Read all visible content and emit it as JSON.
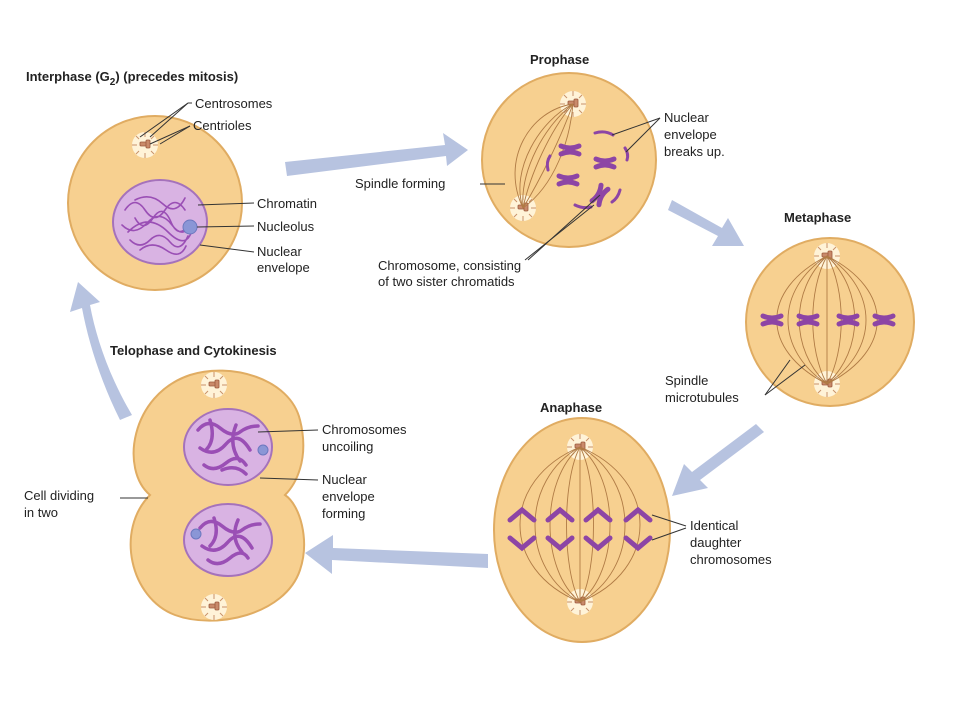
{
  "stages": {
    "interphase": {
      "title_main": "Interphase (G",
      "title_sub": "2",
      "title_rest": ") (precedes mitosis)",
      "labels": {
        "centrosomes": "Centrosomes",
        "centrioles": "Centrioles",
        "chromatin": "Chromatin",
        "nucleolus": "Nucleolus",
        "nuclear_envelope_1": "Nuclear",
        "nuclear_envelope_2": "envelope"
      }
    },
    "prophase": {
      "title": "Prophase",
      "labels": {
        "envelope_1": "Nuclear",
        "envelope_2": "envelope",
        "envelope_3": "breaks up.",
        "spindle": "Spindle forming",
        "chromosome_1": "Chromosome, consisting",
        "chromosome_2": "of two sister chromatids"
      }
    },
    "metaphase": {
      "title": "Metaphase",
      "labels": {
        "spindle_1": "Spindle",
        "spindle_2": "microtubules"
      }
    },
    "anaphase": {
      "title": "Anaphase",
      "labels": {
        "identical_1": "Identical",
        "identical_2": "daughter",
        "identical_3": "chromosomes"
      }
    },
    "telophase": {
      "title": "Telophase and Cytokinesis",
      "labels": {
        "uncoiling_1": "Chromosomes",
        "uncoiling_2": "uncoiling",
        "forming_1": "Nuclear",
        "forming_2": "envelope",
        "forming_3": "forming",
        "dividing_1": "Cell dividing",
        "dividing_2": "in two"
      }
    }
  },
  "colors": {
    "cell_fill": "#f7d090",
    "chromosome": "#9a4fb0",
    "arrow": "#b7c3e0"
  }
}
